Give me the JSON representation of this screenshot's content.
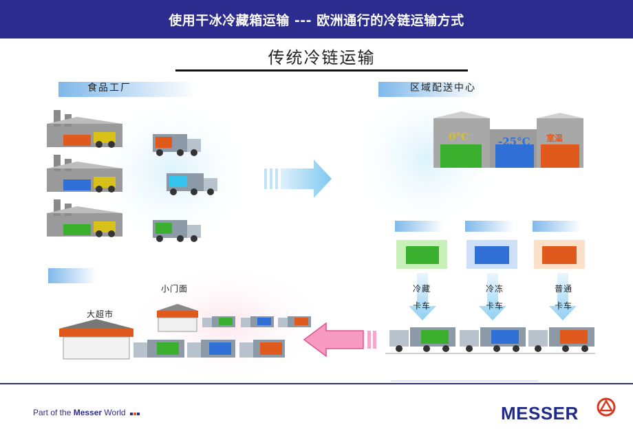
{
  "header": {
    "title": "使用干冰冷藏箱运输 --- 欧洲通行的冷链运输方式"
  },
  "slide": {
    "title": "传统冷链运输"
  },
  "sections": {
    "factory": "食品工厂",
    "distribution_center": "区域配送中心"
  },
  "temperatures": {
    "chilled": "0°C",
    "frozen": "-25°C",
    "ambient": "室温"
  },
  "trucks": {
    "chilled": [
      "冷藏",
      "卡车"
    ],
    "frozen": [
      "冷冻",
      "卡车"
    ],
    "ambient": [
      "普通",
      "卡车"
    ]
  },
  "stores": {
    "small_store": "小门面",
    "supermarket": "大超市"
  },
  "footer": {
    "tagline_prefix": "Part of the ",
    "tagline_brand": "Messer",
    "tagline_suffix": " World",
    "logo": "MESSER"
  },
  "colors": {
    "header_bg": "#2b2c8e",
    "chilled": "#3ab02e",
    "frozen": "#2f6fd6",
    "ambient": "#e05a1e",
    "arrow_blue": "#7ec8f0",
    "arrow_pink": "#f06aa8"
  }
}
